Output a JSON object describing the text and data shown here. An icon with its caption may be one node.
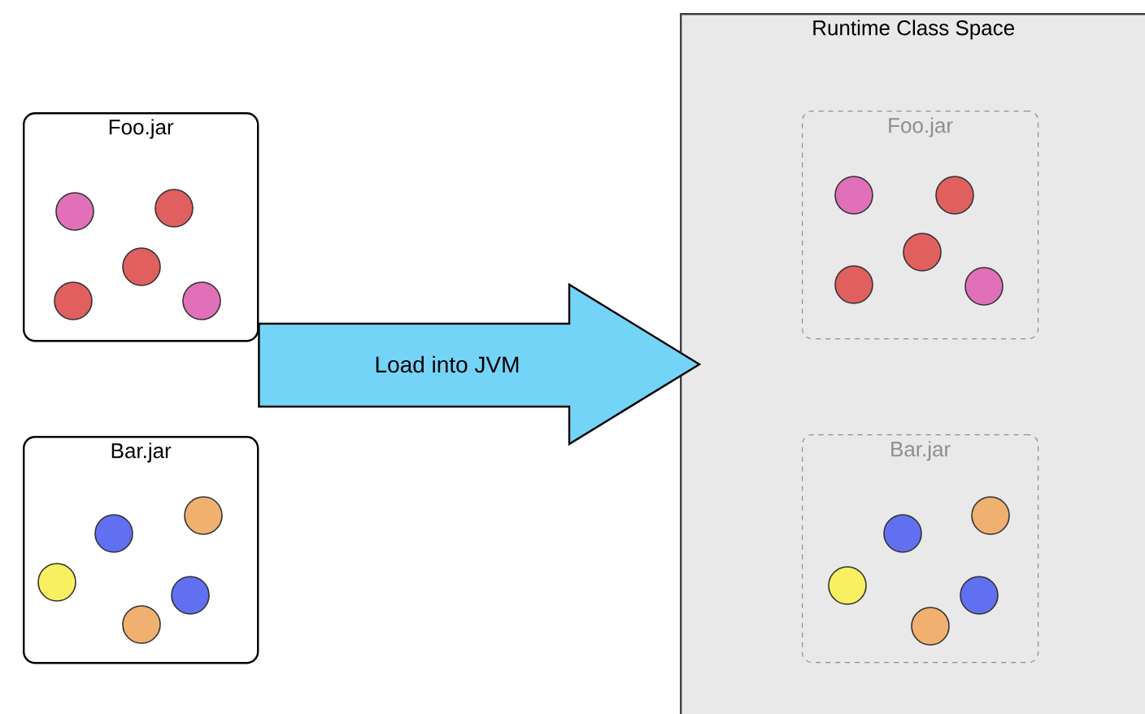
{
  "diagram": {
    "nodes": [
      {
        "text": [
          "Foo.jar"
        ]
      },
      {
        "text": [
          "Bar.jar"
        ]
      },
      {
        "text": [
          "Runtime Class Space"
        ]
      },
      {
        "text": [
          "Foo.jar"
        ],
        "in": 2
      },
      {
        "text": [
          "Bar.jar"
        ],
        "in": 2
      }
    ],
    "edges": [
      {
        "from": 0,
        "to": 2,
        "arrow": "to",
        "label": "Load into JVM",
        "style": "thick"
      }
    ]
  }
}
